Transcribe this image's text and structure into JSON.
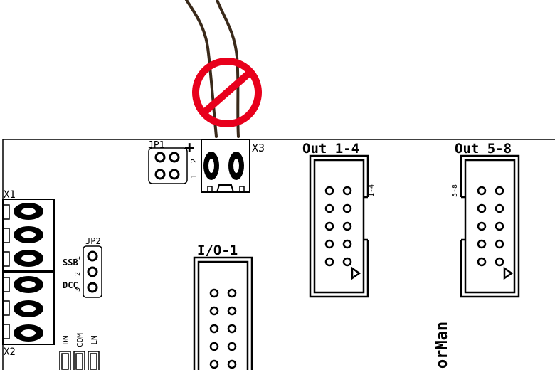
{
  "labels": {
    "jp1": "JP1",
    "jp1_plus": "+",
    "x3": "X3",
    "x3_pin2": "2",
    "x3_pin1": "1",
    "out14": "Out 1-4",
    "out14_side": "1-4",
    "out58": "Out 5-8",
    "out58_side": "5-8",
    "x1": "X1",
    "x2": "X2",
    "jp2": "JP2",
    "ssb": "SSB",
    "dcc": "DCC",
    "jp2_pin1": "1",
    "jp2_pin2": "2",
    "jp2_pin3": "3",
    "io1": "I/O-1",
    "dn": "DN",
    "com": "COM",
    "ln": "LN",
    "brand_partial": "orMan"
  },
  "colors": {
    "prohibition": "#e8001c",
    "wire": "#3a2a1a",
    "ink": "#000000",
    "board": "#ffffff"
  },
  "icons": {
    "no_connection": "prohibition-sign-icon"
  }
}
